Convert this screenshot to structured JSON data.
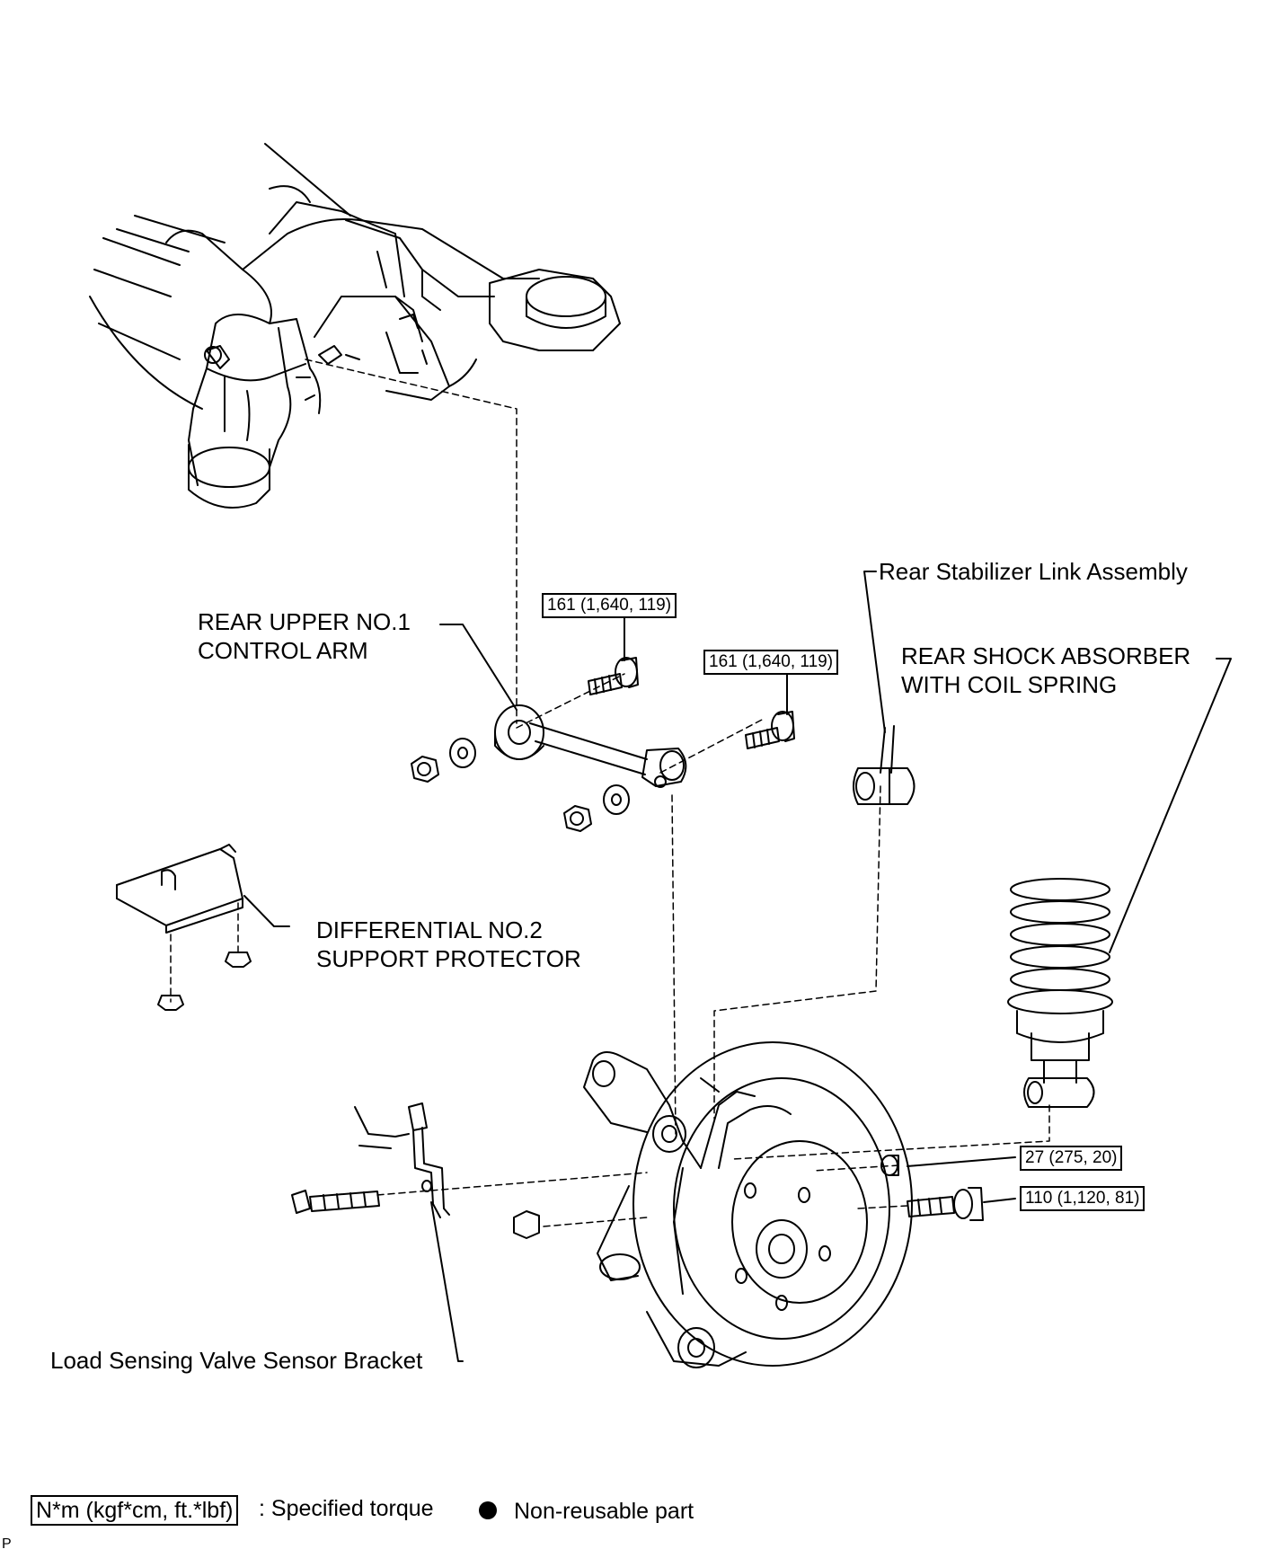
{
  "labels": {
    "upper_arm_line1": "REAR UPPER NO.1",
    "upper_arm_line2": "CONTROL ARM",
    "stabilizer_link": "Rear Stabilizer Link Assembly",
    "shock_line1": "REAR SHOCK ABSORBER",
    "shock_line2": "WITH COIL SPRING",
    "diff_line1": "DIFFERENTIAL NO.2",
    "diff_line2": "SUPPORT PROTECTOR",
    "load_sensing": "Load Sensing Valve Sensor Bracket"
  },
  "torques": {
    "upper_bolt_1": "161 (1,640, 119)",
    "upper_bolt_2": "161 (1,640, 119)",
    "knuckle_nut": "27 (275, 20)",
    "knuckle_bolt": "110 (1,120, 81)"
  },
  "legend": {
    "torque_unit": "N*m (kgf*cm, ft.*lbf)",
    "torque_desc": ": Specified torque",
    "nonreusable_desc": "Non-reusable part"
  },
  "corner_mark": "P"
}
